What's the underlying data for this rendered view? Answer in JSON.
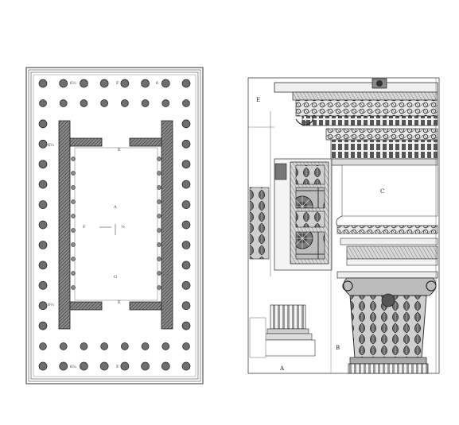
{
  "plan": {
    "labels": {
      "top_left": "6⅔",
      "top_mid_left": "F",
      "top_right": "6",
      "left_upper": "6⅔",
      "left_lower": "6⅔",
      "bottom_left": "6⅔",
      "bottom_mid": "F",
      "center_a": "A",
      "center_f": "F",
      "center_g": "G",
      "scale_small": "½",
      "side_e": "E",
      "side_e2": "E"
    }
  },
  "elevation": {
    "labels": {
      "letter_a": "A",
      "letter_b": "B",
      "letter_c": "C",
      "letter_e": "E"
    }
  }
}
